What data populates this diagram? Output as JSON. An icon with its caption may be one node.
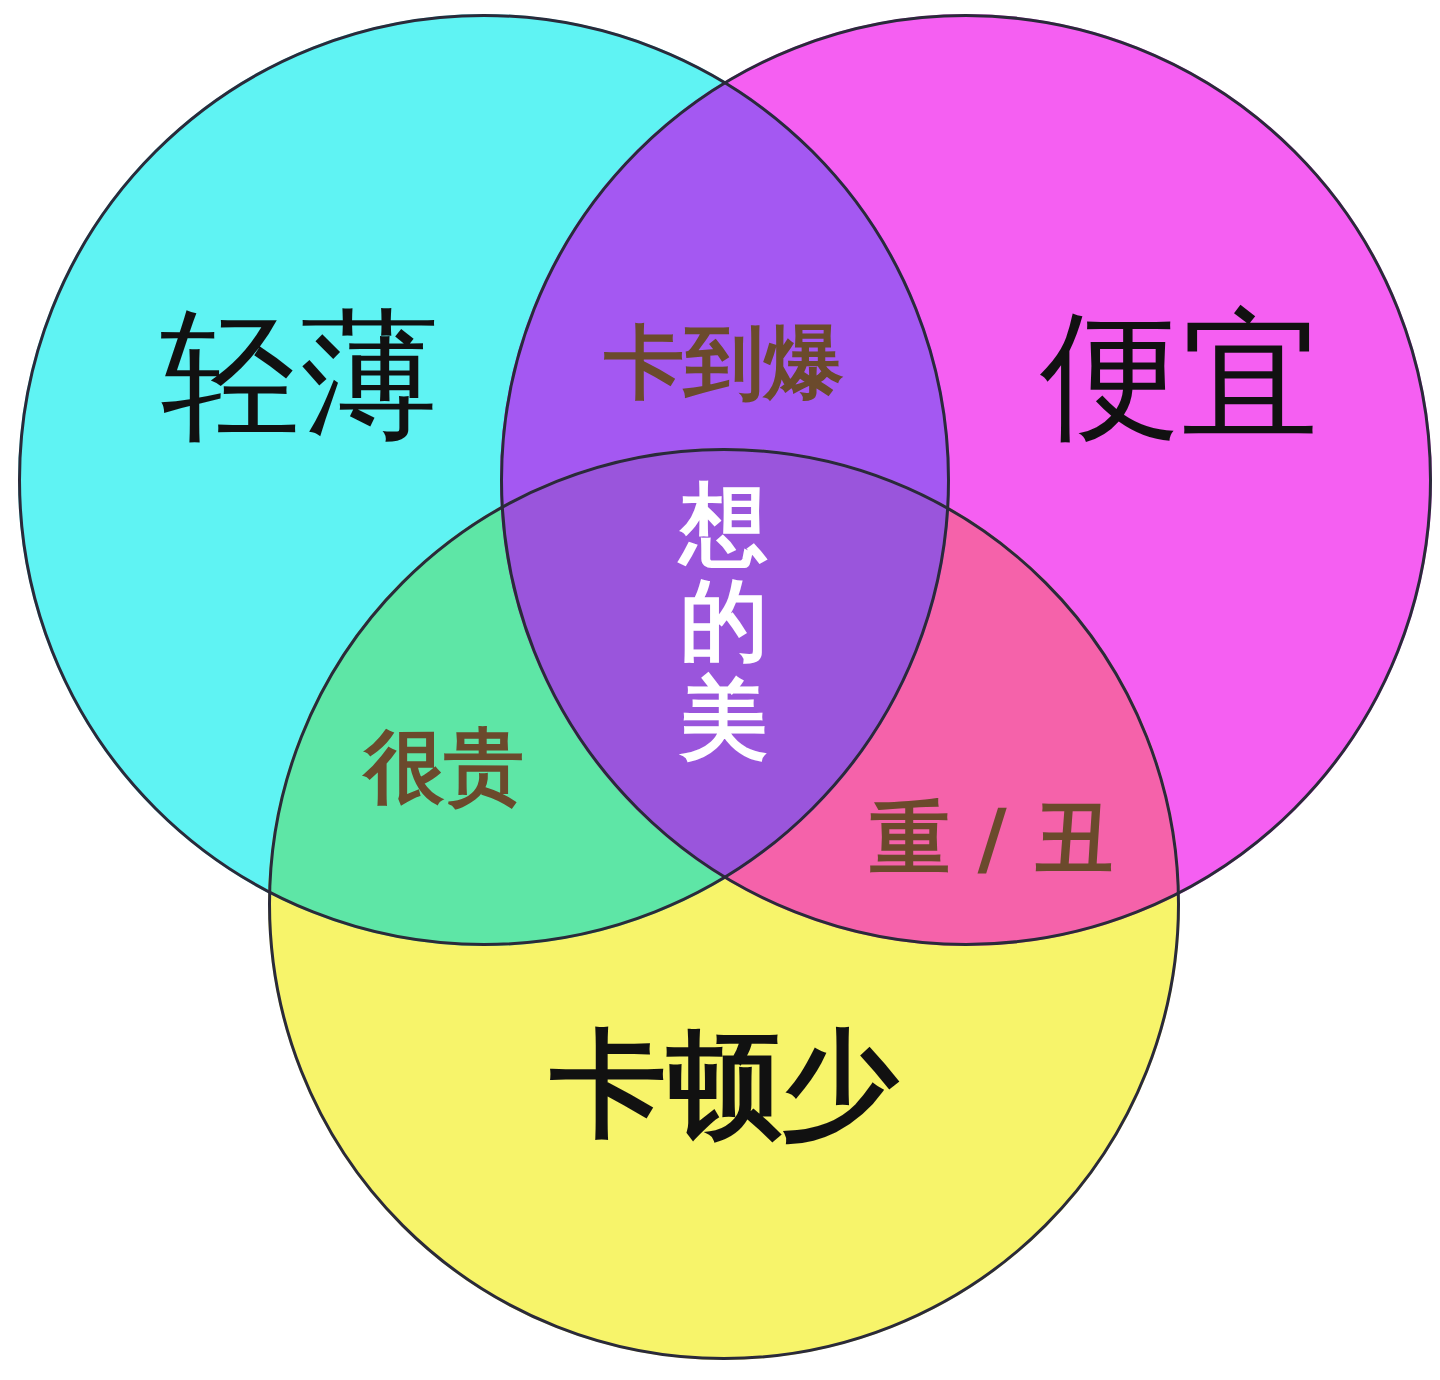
{
  "diagram": {
    "nodes": [
      {
        "text": [
          "轻薄"
        ]
      },
      {
        "text": [
          "便宜"
        ]
      },
      {
        "text": [
          "卡顿少"
        ]
      }
    ],
    "labels": [
      "卡到爆",
      "想的美",
      "很贵",
      "重 / 丑"
    ]
  }
}
